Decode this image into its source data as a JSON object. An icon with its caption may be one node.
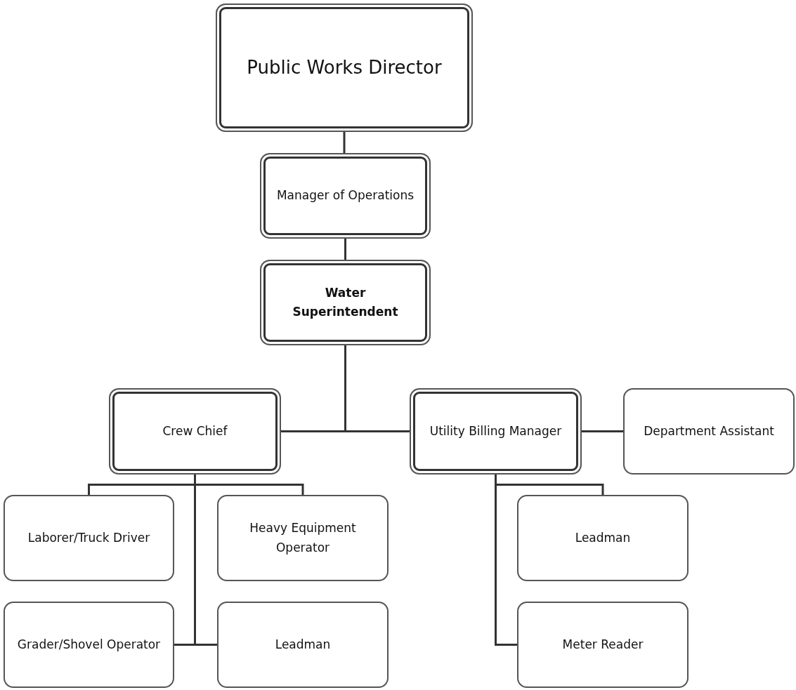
{
  "diagram": {
    "nodes": [
      {
        "text": [
          "Public Works Director"
        ]
      },
      {
        "text": [
          "Manager of Operations"
        ]
      },
      {
        "text": [
          "Water Superintendent"
        ]
      },
      {
        "text": [
          "Crew Chief"
        ]
      },
      {
        "text": [
          "Utility Billing Manager"
        ]
      },
      {
        "text": [
          "Department Assistant"
        ]
      },
      {
        "text": [
          "Laborer/Truck Driver"
        ]
      },
      {
        "text": [
          "Heavy Equipment Operator"
        ]
      },
      {
        "text": [
          "Grader/Shovel Operator"
        ]
      },
      {
        "text": [
          "Leadman"
        ]
      },
      {
        "text": [
          "Leadman"
        ]
      },
      {
        "text": [
          "Meter Reader"
        ]
      }
    ],
    "edges": [
      {
        "from": 0,
        "to": 1,
        "arrow": "none"
      },
      {
        "from": 1,
        "to": 2,
        "arrow": "none"
      },
      {
        "from": 2,
        "to": 3,
        "arrow": "none"
      },
      {
        "from": 2,
        "to": 4,
        "arrow": "none"
      },
      {
        "from": 4,
        "to": 5,
        "arrow": "none"
      },
      {
        "from": 3,
        "to": 6,
        "arrow": "none"
      },
      {
        "from": 3,
        "to": 7,
        "arrow": "none"
      },
      {
        "from": 3,
        "to": 8,
        "arrow": "none"
      },
      {
        "from": 3,
        "to": 9,
        "arrow": "none"
      },
      {
        "from": 4,
        "to": 10,
        "arrow": "none"
      },
      {
        "from": 4,
        "to": 11,
        "arrow": "none"
      }
    ]
  }
}
